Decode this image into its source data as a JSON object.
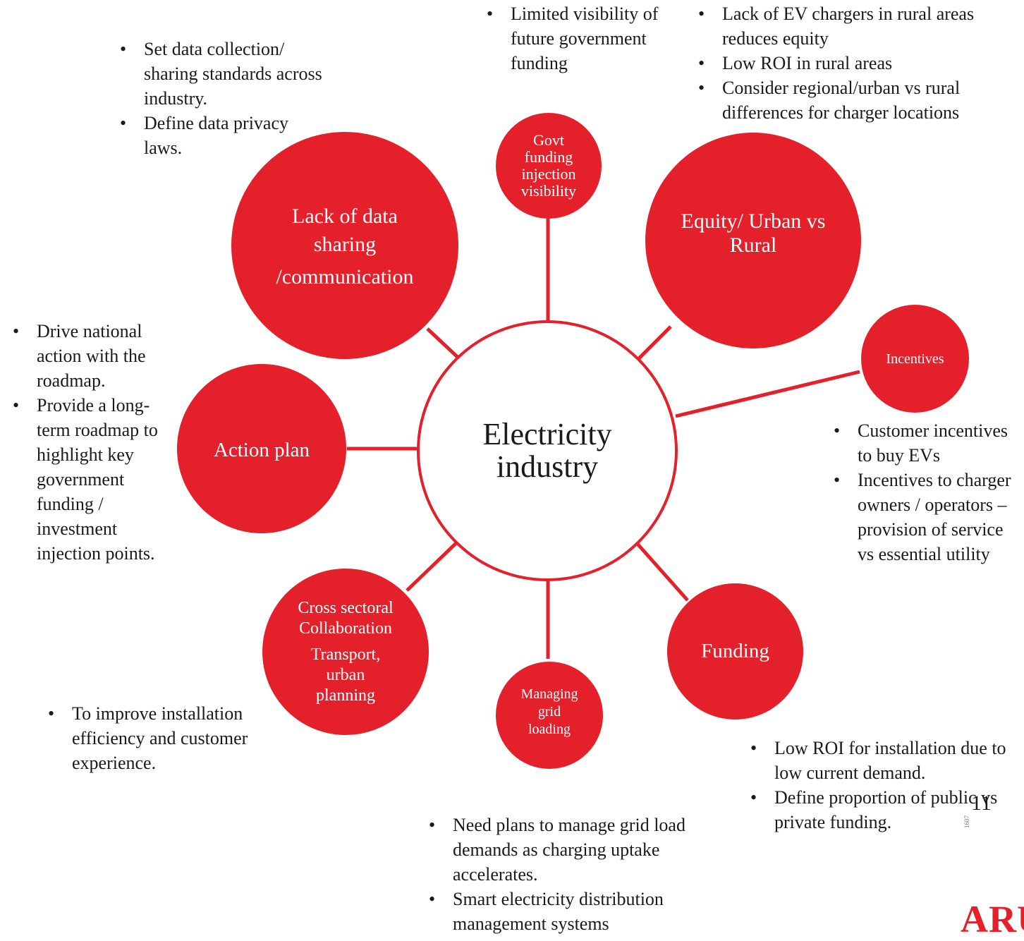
{
  "center": {
    "line1": "Electricity",
    "line2": "industry"
  },
  "bubbles": {
    "data_sharing": {
      "lines": [
        "Lack of data",
        "sharing",
        "/communication"
      ]
    },
    "govt_funding": {
      "lines": [
        "Govt",
        "funding",
        "injection",
        "visibility"
      ]
    },
    "equity": {
      "lines": [
        "Equity/ Urban vs",
        "Rural"
      ]
    },
    "incentives": {
      "lines": [
        "Incentives"
      ]
    },
    "action_plan": {
      "lines": [
        "Action plan"
      ]
    },
    "funding": {
      "lines": [
        "Funding"
      ]
    },
    "grid": {
      "lines": [
        "Managing",
        "grid",
        "loading"
      ]
    },
    "cross": {
      "lines": [
        "Cross sectoral",
        "Collaboration",
        "Transport,",
        "urban",
        "planning"
      ]
    }
  },
  "notes": {
    "data_sharing": [
      "Set data collection/ sharing standards across industry.",
      "Define data privacy laws."
    ],
    "govt_funding": [
      "Limited visibility of future government funding"
    ],
    "equity": [
      "Lack of EV chargers in rural areas reduces equity",
      "Low ROI in rural areas",
      "Consider regional/urban vs rural differences for charger locations"
    ],
    "action_plan": [
      "Drive national action with the roadmap.",
      "Provide a long-term roadmap to highlight key government funding / investment injection points."
    ],
    "incentives": [
      "Customer incentives to buy EVs",
      "Incentives to charger owners / operators – provision of service vs essential utility"
    ],
    "cross": [
      "To improve installation efficiency and customer experience."
    ],
    "funding": [
      "Low ROI for installation due to low current demand.",
      "Define proportion of public vs private funding."
    ],
    "grid": [
      "Need plans to manage grid load demands as charging uptake accelerates.",
      "Smart electricity distribution management systems"
    ]
  },
  "page_number": "11",
  "side_code": "1607",
  "logo_text": "ARUP",
  "colors": {
    "accent": "#e4202b",
    "text": "#1a1a1a",
    "background": "#ffffff"
  }
}
